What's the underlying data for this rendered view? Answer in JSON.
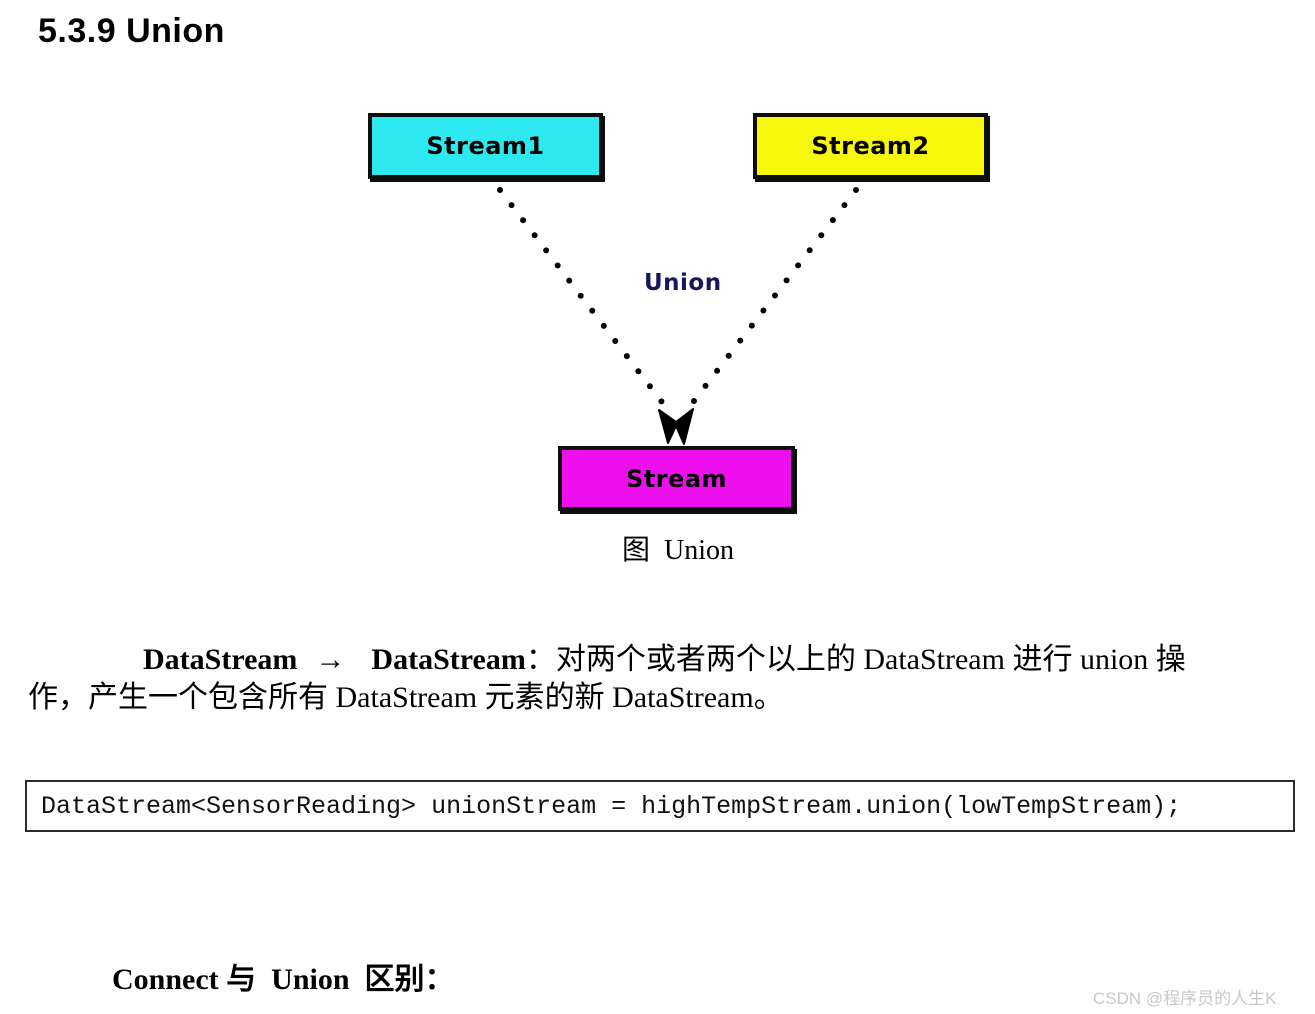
{
  "page": {
    "heading": "5.3.9 Union",
    "background_color": "#ffffff"
  },
  "diagram": {
    "nodes": [
      {
        "label": "Stream1",
        "color": "#2de9ef"
      },
      {
        "label": "Stream2",
        "color": "#f7f70c"
      },
      {
        "label": "Stream",
        "color": "#ee0fee"
      }
    ],
    "union_label": "Union",
    "union_label_color": "#17175a",
    "line_color": "#000000",
    "caption": "图  Union"
  },
  "paragraph": {
    "line1_bold_a": "DataStream",
    "line1_arrow": "→",
    "line1_bold_b": "DataStream",
    "line1_rest": "：对两个或者两个以上的 DataStream 进行 union 操",
    "line2": "作，产生一个包含所有 DataStream 元素的新 DataStream。"
  },
  "code": {
    "text": "DataStream<SensorReading> unionStream = highTempStream.union(lowTempStream);"
  },
  "footer": {
    "connect_heading": "Connect 与  Union  区别："
  },
  "watermark": "CSDN @程序员的人生K"
}
